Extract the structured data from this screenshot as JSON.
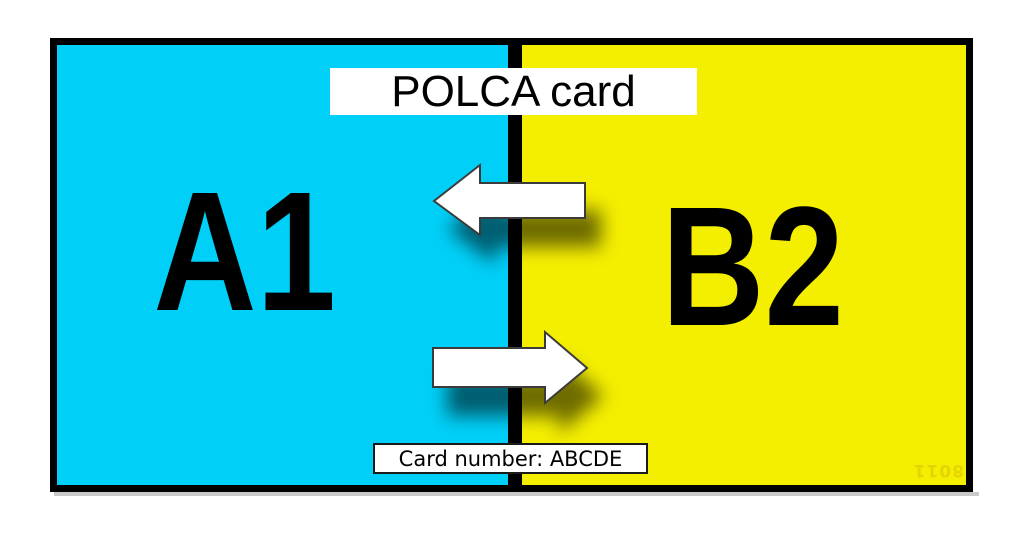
{
  "card": {
    "title": "POLCA card",
    "origin_cell": "A1",
    "destination_cell": "B2",
    "card_number": "Card number: ABCDE",
    "watermark": "8011",
    "colors": {
      "left_panel": "#00d0f8",
      "right_panel": "#f4ee00",
      "frame": "#000000",
      "divider": "#000000",
      "title_box": "#ffffff",
      "arrow_fill": "#ffffff",
      "arrow_outline": "#3b3b3b",
      "shadow": "rgba(0,0,0,0.55)"
    },
    "icons": {
      "upper_arrow": "arrow-left-icon",
      "lower_arrow": "arrow-right-icon"
    }
  }
}
